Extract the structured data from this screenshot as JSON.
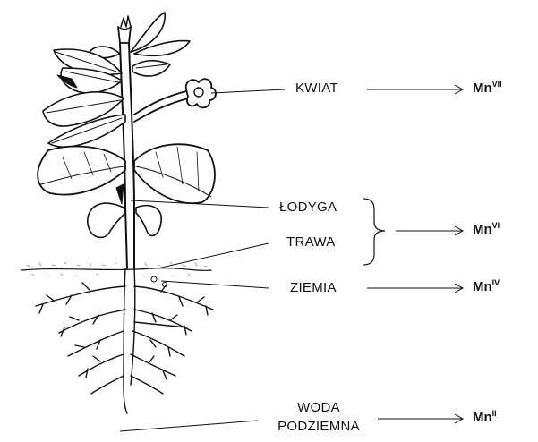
{
  "labels": {
    "kwiat": "KWIAT",
    "lodyga": "ŁODYGA",
    "trawa": "TRAWA",
    "ziemia": "ZIEMIA",
    "woda_line1": "WODA",
    "woda_line2": "PODZIEMNA"
  },
  "species": [
    {
      "element": "Mn",
      "ox": "VII"
    },
    {
      "element": "Mn",
      "ox": "VI"
    },
    {
      "element": "Mn",
      "ox": "IV"
    },
    {
      "element": "Mn",
      "ox": "II"
    }
  ],
  "colors": {
    "ink": "#111111",
    "leaf": "#ffffff",
    "soil": "#8a8a8a"
  }
}
